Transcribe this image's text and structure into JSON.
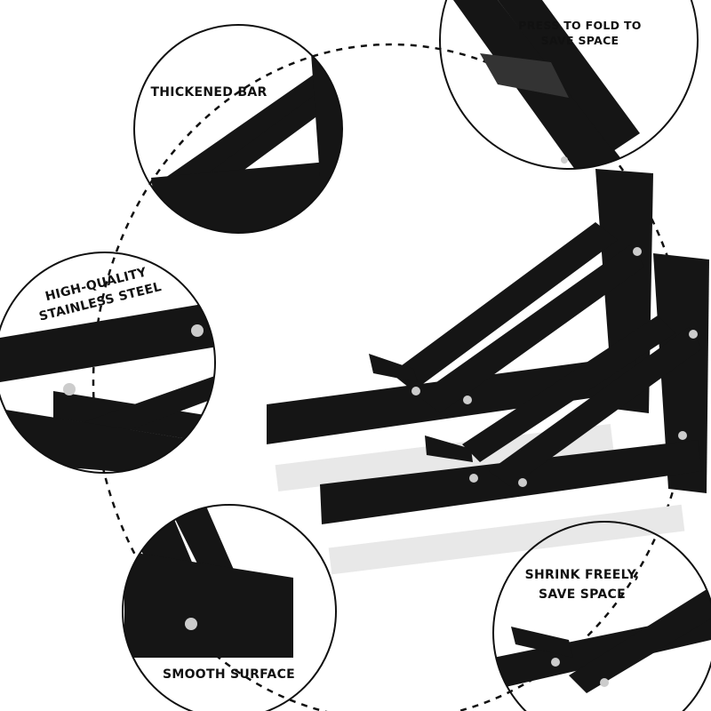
{
  "callouts": {
    "thickened_bar": "THICKENED BAR",
    "press_to_fold": [
      "PRESS TO FOLD TO",
      "SAVE SPACE"
    ],
    "high_quality": [
      "HIGH-QUALITY",
      "STAINLESS STEEL"
    ],
    "smooth_surface": "SMOOTH SURFACE",
    "shrink_freely": [
      "SHRINK FREELY,",
      "SAVE SPACE"
    ]
  },
  "colors": {
    "bracket": "#151515",
    "outline": "#111111",
    "background": "#ffffff"
  }
}
